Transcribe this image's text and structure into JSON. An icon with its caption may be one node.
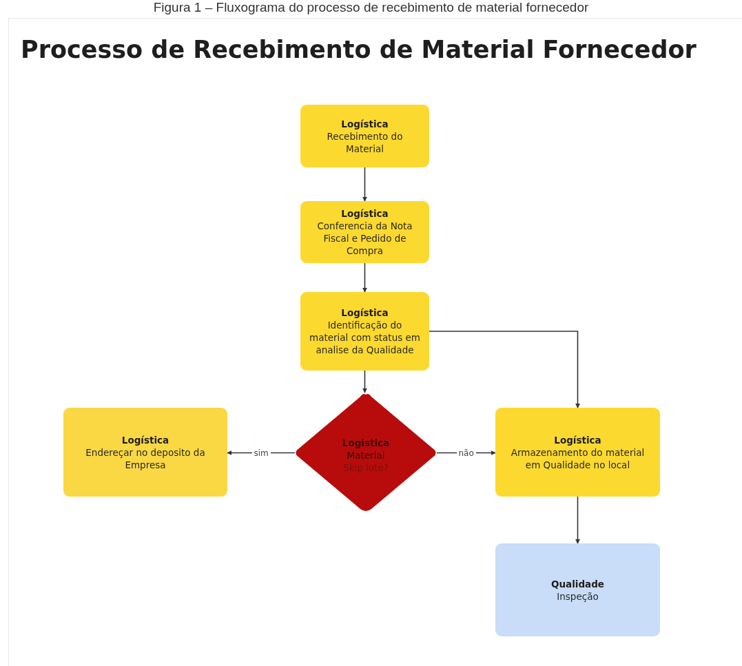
{
  "diagram": {
    "title": "Processo de Recebimento de Material Fornecedor",
    "caption": "Figura 1 – Fluxograma do processo de recebimento de material fornecedor",
    "nodes": [
      {
        "text": [
          "Logística",
          "Recebimento do Material"
        ]
      },
      {
        "text": [
          "Logística",
          "Conferencia da Nota Fiscal e Pedido de Compra"
        ]
      },
      {
        "text": [
          "Logística",
          "Identificação do material com status em  analise da Qualidade"
        ]
      },
      {
        "text": [
          "Logistica",
          "Material",
          "Skip lote?"
        ]
      },
      {
        "text": [
          "Logística",
          "Endereçar no deposito da Empresa"
        ]
      },
      {
        "text": [
          "Logística",
          "Armazenamento do material em Qualidade no local"
        ]
      },
      {
        "text": [
          "Qualidade",
          "Inspeção"
        ]
      }
    ],
    "edges": [
      {
        "from": 0,
        "to": 1,
        "arrow": "to"
      },
      {
        "from": 1,
        "to": 2,
        "arrow": "to"
      },
      {
        "from": 2,
        "to": 3,
        "arrow": "to"
      },
      {
        "from": 2,
        "to": 5,
        "arrow": "to"
      },
      {
        "from": 3,
        "to": 4,
        "arrow": "to",
        "label": "sim"
      },
      {
        "from": 3,
        "to": 5,
        "arrow": "to",
        "label": "não"
      },
      {
        "from": 5,
        "to": 6,
        "arrow": "to"
      }
    ]
  }
}
